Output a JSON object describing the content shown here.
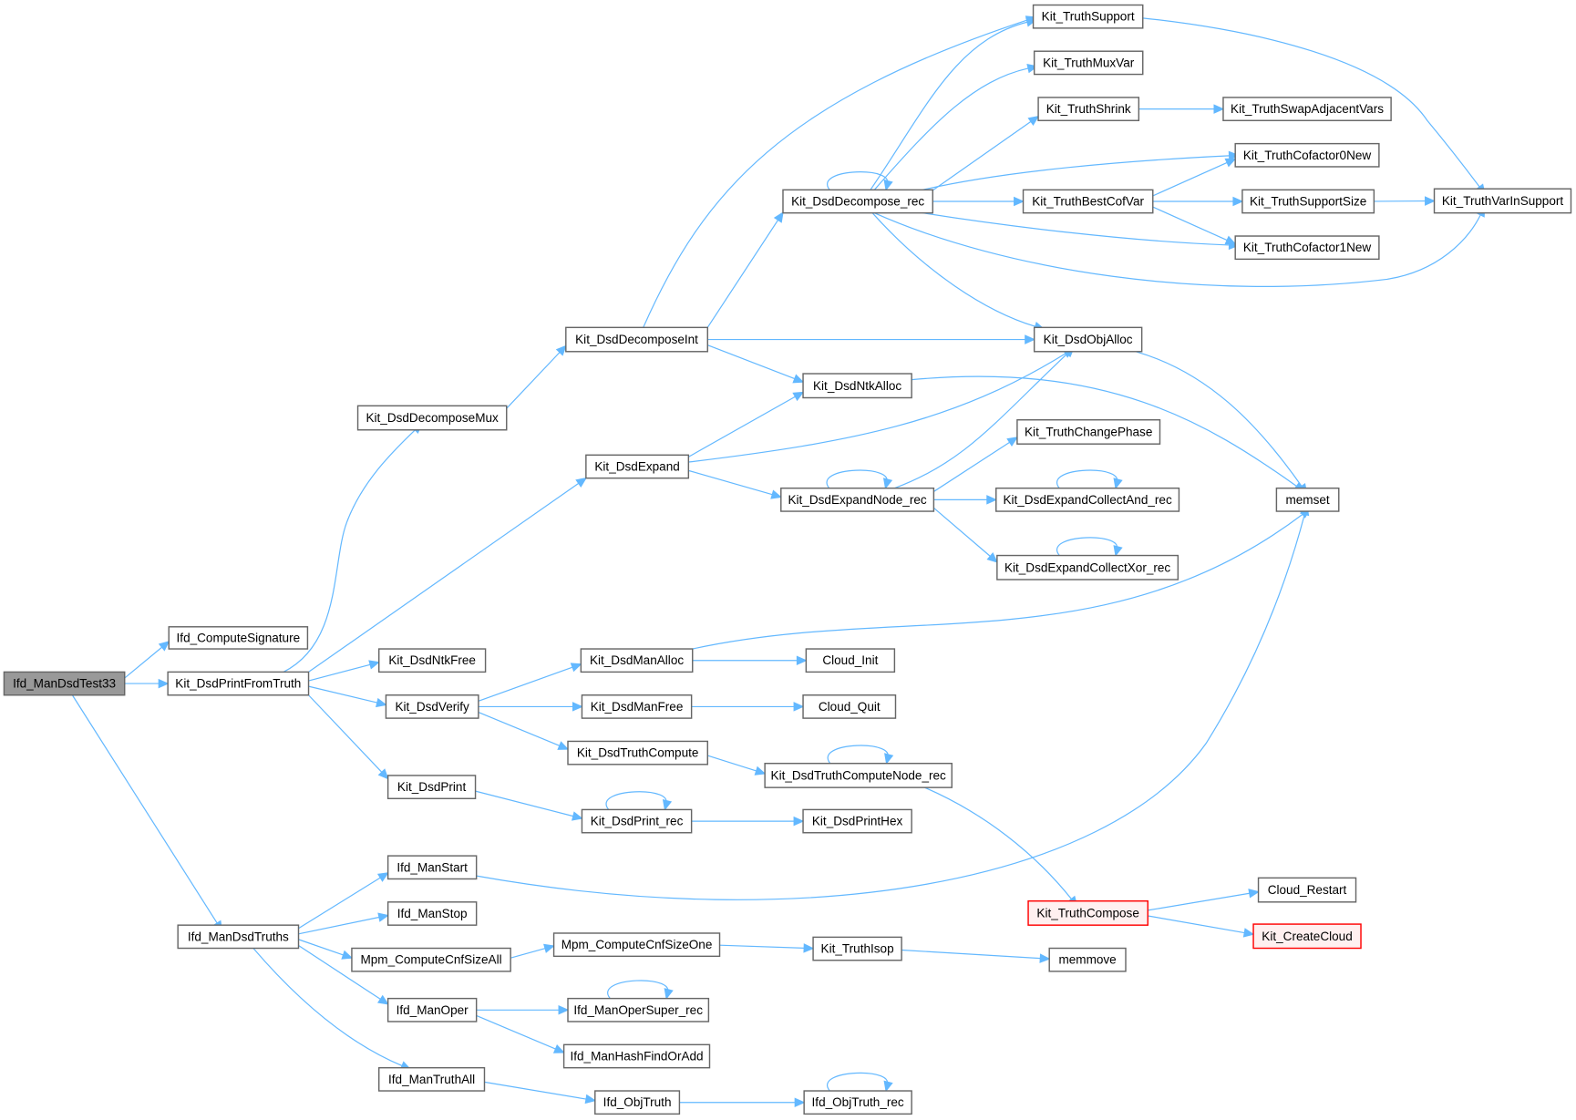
{
  "diagram": {
    "type": "call-graph",
    "colors": {
      "edge": "#63b8ff",
      "node_border": "#666666",
      "root_fill": "#999999",
      "missing_fill": "#fff0f0",
      "missing_border": "#ff0000"
    },
    "nodes": [
      {
        "id": "Ifd_ManDsdTest33",
        "label": "Ifd_ManDsdTest33",
        "style": "root"
      },
      {
        "id": "Ifd_ComputeSignature",
        "label": "Ifd_ComputeSignature"
      },
      {
        "id": "Kit_DsdPrintFromTruth",
        "label": "Kit_DsdPrintFromTruth"
      },
      {
        "id": "Ifd_ManDsdTruths",
        "label": "Ifd_ManDsdTruths"
      },
      {
        "id": "Kit_DsdDecomposeMux",
        "label": "Kit_DsdDecomposeMux"
      },
      {
        "id": "Kit_DsdExpand",
        "label": "Kit_DsdExpand"
      },
      {
        "id": "Kit_DsdNtkFree",
        "label": "Kit_DsdNtkFree"
      },
      {
        "id": "Kit_DsdVerify",
        "label": "Kit_DsdVerify"
      },
      {
        "id": "Kit_DsdPrint",
        "label": "Kit_DsdPrint"
      },
      {
        "id": "Ifd_ManStart",
        "label": "Ifd_ManStart"
      },
      {
        "id": "Ifd_ManStop",
        "label": "Ifd_ManStop"
      },
      {
        "id": "Mpm_ComputeCnfSizeAll",
        "label": "Mpm_ComputeCnfSizeAll"
      },
      {
        "id": "Ifd_ManOper",
        "label": "Ifd_ManOper"
      },
      {
        "id": "Ifd_ManTruthAll",
        "label": "Ifd_ManTruthAll"
      },
      {
        "id": "Kit_DsdDecomposeInt",
        "label": "Kit_DsdDecomposeInt"
      },
      {
        "id": "Kit_DsdManAlloc",
        "label": "Kit_DsdManAlloc"
      },
      {
        "id": "Kit_DsdManFree",
        "label": "Kit_DsdManFree"
      },
      {
        "id": "Kit_DsdTruthCompute",
        "label": "Kit_DsdTruthCompute"
      },
      {
        "id": "Kit_DsdPrint_rec",
        "label": "Kit_DsdPrint_rec"
      },
      {
        "id": "Mpm_ComputeCnfSizeOne",
        "label": "Mpm_ComputeCnfSizeOne"
      },
      {
        "id": "Ifd_ManOperSuper_rec",
        "label": "Ifd_ManOperSuper_rec"
      },
      {
        "id": "Ifd_ManHashFindOrAdd",
        "label": "Ifd_ManHashFindOrAdd"
      },
      {
        "id": "Ifd_ObjTruth",
        "label": "Ifd_ObjTruth"
      },
      {
        "id": "Kit_DsdDecompose_rec",
        "label": "Kit_DsdDecompose_rec"
      },
      {
        "id": "Kit_DsdNtkAlloc",
        "label": "Kit_DsdNtkAlloc"
      },
      {
        "id": "Kit_DsdExpandNode_rec",
        "label": "Kit_DsdExpandNode_rec"
      },
      {
        "id": "Cloud_Init",
        "label": "Cloud_Init"
      },
      {
        "id": "Cloud_Quit",
        "label": "Cloud_Quit"
      },
      {
        "id": "Kit_DsdTruthComputeNode_rec",
        "label": "Kit_DsdTruthComputeNode_rec"
      },
      {
        "id": "Kit_DsdPrintHex",
        "label": "Kit_DsdPrintHex"
      },
      {
        "id": "Kit_TruthIsop",
        "label": "Kit_TruthIsop"
      },
      {
        "id": "Ifd_ObjTruth_rec",
        "label": "Ifd_ObjTruth_rec"
      },
      {
        "id": "Kit_TruthSupport",
        "label": "Kit_TruthSupport"
      },
      {
        "id": "Kit_TruthMuxVar",
        "label": "Kit_TruthMuxVar"
      },
      {
        "id": "Kit_TruthShrink",
        "label": "Kit_TruthShrink"
      },
      {
        "id": "Kit_TruthBestCofVar",
        "label": "Kit_TruthBestCofVar"
      },
      {
        "id": "Kit_DsdObjAlloc",
        "label": "Kit_DsdObjAlloc"
      },
      {
        "id": "Kit_TruthChangePhase",
        "label": "Kit_TruthChangePhase"
      },
      {
        "id": "Kit_DsdExpandCollectAnd_rec",
        "label": "Kit_DsdExpandCollectAnd_rec"
      },
      {
        "id": "Kit_DsdExpandCollectXor_rec",
        "label": "Kit_DsdExpandCollectXor_rec"
      },
      {
        "id": "Kit_TruthCompose",
        "label": "Kit_TruthCompose",
        "style": "red"
      },
      {
        "id": "memmove",
        "label": "memmove"
      },
      {
        "id": "Kit_TruthSwapAdjacentVars",
        "label": "Kit_TruthSwapAdjacentVars"
      },
      {
        "id": "Kit_TruthCofactor0New",
        "label": "Kit_TruthCofactor0New"
      },
      {
        "id": "Kit_TruthSupportSize",
        "label": "Kit_TruthSupportSize"
      },
      {
        "id": "Kit_TruthCofactor1New",
        "label": "Kit_TruthCofactor1New"
      },
      {
        "id": "memset",
        "label": "memset"
      },
      {
        "id": "Cloud_Restart",
        "label": "Cloud_Restart"
      },
      {
        "id": "Kit_CreateCloud",
        "label": "Kit_CreateCloud",
        "style": "red"
      },
      {
        "id": "Kit_TruthVarInSupport",
        "label": "Kit_TruthVarInSupport"
      }
    ],
    "edges": [
      [
        "Ifd_ManDsdTest33",
        "Ifd_ComputeSignature"
      ],
      [
        "Ifd_ManDsdTest33",
        "Kit_DsdPrintFromTruth"
      ],
      [
        "Ifd_ManDsdTest33",
        "Ifd_ManDsdTruths"
      ],
      [
        "Kit_DsdPrintFromTruth",
        "Kit_DsdDecomposeMux"
      ],
      [
        "Kit_DsdPrintFromTruth",
        "Kit_DsdExpand"
      ],
      [
        "Kit_DsdPrintFromTruth",
        "Kit_DsdNtkFree"
      ],
      [
        "Kit_DsdPrintFromTruth",
        "Kit_DsdVerify"
      ],
      [
        "Kit_DsdPrintFromTruth",
        "Kit_DsdPrint"
      ],
      [
        "Kit_DsdDecomposeMux",
        "Kit_DsdDecomposeInt"
      ],
      [
        "Kit_DsdDecomposeInt",
        "Kit_TruthSupport"
      ],
      [
        "Kit_DsdDecomposeInt",
        "Kit_DsdDecompose_rec"
      ],
      [
        "Kit_DsdDecomposeInt",
        "Kit_DsdObjAlloc"
      ],
      [
        "Kit_DsdDecomposeInt",
        "Kit_DsdNtkAlloc"
      ],
      [
        "Kit_DsdDecompose_rec",
        "Kit_DsdDecompose_rec"
      ],
      [
        "Kit_DsdDecompose_rec",
        "Kit_TruthSupport"
      ],
      [
        "Kit_DsdDecompose_rec",
        "Kit_TruthMuxVar"
      ],
      [
        "Kit_DsdDecompose_rec",
        "Kit_TruthShrink"
      ],
      [
        "Kit_DsdDecompose_rec",
        "Kit_TruthCofactor0New"
      ],
      [
        "Kit_DsdDecompose_rec",
        "Kit_TruthBestCofVar"
      ],
      [
        "Kit_DsdDecompose_rec",
        "Kit_TruthCofactor1New"
      ],
      [
        "Kit_DsdDecompose_rec",
        "Kit_TruthVarInSupport"
      ],
      [
        "Kit_DsdDecompose_rec",
        "Kit_DsdObjAlloc"
      ],
      [
        "Kit_TruthSupport",
        "Kit_TruthVarInSupport"
      ],
      [
        "Kit_TruthShrink",
        "Kit_TruthSwapAdjacentVars"
      ],
      [
        "Kit_TruthBestCofVar",
        "Kit_TruthCofactor0New"
      ],
      [
        "Kit_TruthBestCofVar",
        "Kit_TruthSupportSize"
      ],
      [
        "Kit_TruthBestCofVar",
        "Kit_TruthCofactor1New"
      ],
      [
        "Kit_TruthSupportSize",
        "Kit_TruthVarInSupport"
      ],
      [
        "Kit_DsdObjAlloc",
        "memset"
      ],
      [
        "Kit_DsdNtkAlloc",
        "memset"
      ],
      [
        "Kit_DsdExpand",
        "Kit_DsdNtkAlloc"
      ],
      [
        "Kit_DsdExpand",
        "Kit_DsdObjAlloc"
      ],
      [
        "Kit_DsdExpand",
        "Kit_DsdExpandNode_rec"
      ],
      [
        "Kit_DsdExpandNode_rec",
        "Kit_DsdExpandNode_rec"
      ],
      [
        "Kit_DsdExpandNode_rec",
        "Kit_DsdObjAlloc"
      ],
      [
        "Kit_DsdExpandNode_rec",
        "Kit_TruthChangePhase"
      ],
      [
        "Kit_DsdExpandNode_rec",
        "Kit_DsdExpandCollectAnd_rec"
      ],
      [
        "Kit_DsdExpandNode_rec",
        "Kit_DsdExpandCollectXor_rec"
      ],
      [
        "Kit_DsdExpandCollectAnd_rec",
        "Kit_DsdExpandCollectAnd_rec"
      ],
      [
        "Kit_DsdExpandCollectXor_rec",
        "Kit_DsdExpandCollectXor_rec"
      ],
      [
        "Kit_DsdVerify",
        "Kit_DsdManAlloc"
      ],
      [
        "Kit_DsdVerify",
        "Kit_DsdManFree"
      ],
      [
        "Kit_DsdVerify",
        "Kit_DsdTruthCompute"
      ],
      [
        "Kit_DsdManAlloc",
        "memset"
      ],
      [
        "Kit_DsdManAlloc",
        "Cloud_Init"
      ],
      [
        "Kit_DsdManFree",
        "Cloud_Quit"
      ],
      [
        "Kit_DsdTruthCompute",
        "Kit_DsdTruthComputeNode_rec"
      ],
      [
        "Kit_DsdTruthComputeNode_rec",
        "Kit_DsdTruthComputeNode_rec"
      ],
      [
        "Kit_DsdTruthComputeNode_rec",
        "Kit_TruthCompose"
      ],
      [
        "Kit_TruthCompose",
        "Cloud_Restart"
      ],
      [
        "Kit_TruthCompose",
        "Kit_CreateCloud"
      ],
      [
        "Kit_DsdPrint",
        "Kit_DsdPrint_rec"
      ],
      [
        "Kit_DsdPrint_rec",
        "Kit_DsdPrint_rec"
      ],
      [
        "Kit_DsdPrint_rec",
        "Kit_DsdPrintHex"
      ],
      [
        "Ifd_ManDsdTruths",
        "Ifd_ManStart"
      ],
      [
        "Ifd_ManDsdTruths",
        "Ifd_ManStop"
      ],
      [
        "Ifd_ManDsdTruths",
        "Mpm_ComputeCnfSizeAll"
      ],
      [
        "Ifd_ManDsdTruths",
        "Ifd_ManOper"
      ],
      [
        "Ifd_ManDsdTruths",
        "Ifd_ManTruthAll"
      ],
      [
        "Ifd_ManStart",
        "memset"
      ],
      [
        "Mpm_ComputeCnfSizeAll",
        "Mpm_ComputeCnfSizeOne"
      ],
      [
        "Mpm_ComputeCnfSizeOne",
        "Kit_TruthIsop"
      ],
      [
        "Kit_TruthIsop",
        "memmove"
      ],
      [
        "Ifd_ManOper",
        "Ifd_ManOperSuper_rec"
      ],
      [
        "Ifd_ManOper",
        "Ifd_ManHashFindOrAdd"
      ],
      [
        "Ifd_ManOperSuper_rec",
        "Ifd_ManOperSuper_rec"
      ],
      [
        "Ifd_ManTruthAll",
        "Ifd_ObjTruth"
      ],
      [
        "Ifd_ObjTruth",
        "Ifd_ObjTruth_rec"
      ],
      [
        "Ifd_ObjTruth_rec",
        "Ifd_ObjTruth_rec"
      ]
    ]
  }
}
